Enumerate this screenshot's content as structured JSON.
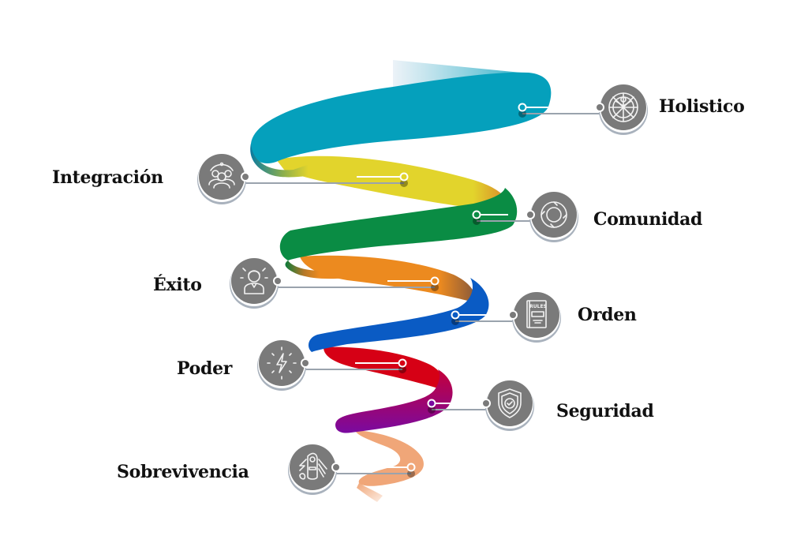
{
  "title": "Spiral Dynamics levels",
  "colors": {
    "badge": "#7a7a7a",
    "badge_shadow": "#a9b2bd",
    "connector": "#9aa3ad",
    "icon_stroke": "#f2f2f2",
    "text": "#111111"
  },
  "levels": [
    {
      "label": "Holistico",
      "color": "#05a0bc",
      "icon": "vitruvian-man-icon",
      "side": "right"
    },
    {
      "label": "Integración",
      "color": "#e2d42c",
      "icon": "team-network-icon",
      "side": "left"
    },
    {
      "label": "Comunidad",
      "color": "#0a8c44",
      "icon": "circular-arrows-icon",
      "side": "right"
    },
    {
      "label": "Éxito",
      "color": "#ec8a1f",
      "icon": "businessman-icon",
      "side": "left"
    },
    {
      "label": "Orden",
      "color": "#0a5bc4",
      "icon": "rules-book-icon",
      "side": "right"
    },
    {
      "label": "Poder",
      "color": "#d60015",
      "icon": "lightning-icon",
      "side": "left"
    },
    {
      "label": "Seguridad",
      "color": "#7a0aa0",
      "icon": "shield-check-icon",
      "side": "right"
    },
    {
      "label": "Sobrevivencia",
      "color": "#f0a678",
      "icon": "tribal-survival-icon",
      "side": "left"
    }
  ]
}
